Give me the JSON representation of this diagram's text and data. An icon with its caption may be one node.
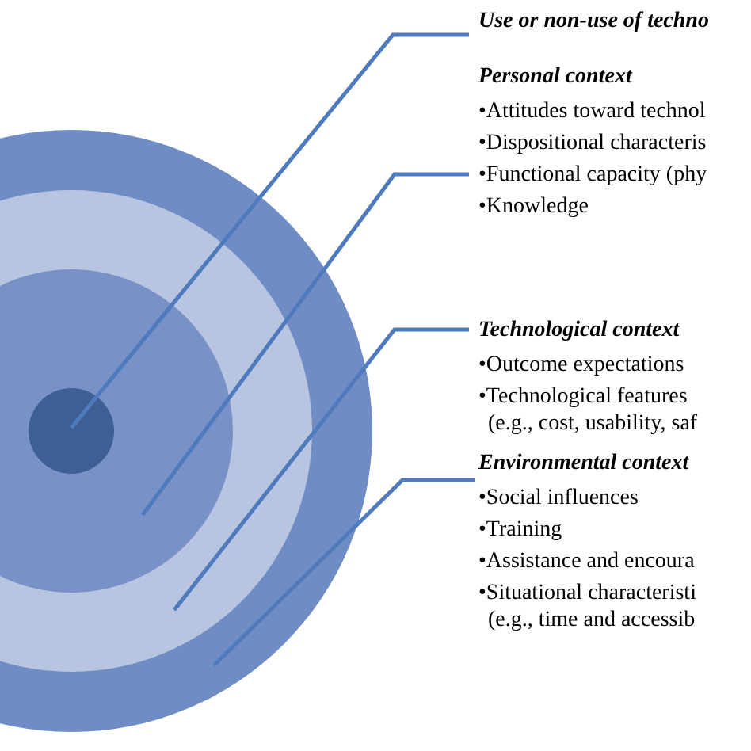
{
  "diagram": {
    "nodes": [
      {
        "text": [],
        "shape": "circle"
      },
      {
        "text": [],
        "shape": "circle",
        "in": 0
      },
      {
        "text": [],
        "shape": "circle",
        "in": 1
      },
      {
        "text": [],
        "shape": "circle",
        "in": 2
      },
      {
        "text": [
          "Use or non-use of techno"
        ]
      },
      {
        "text": [
          "Personal context",
          "•Attitudes toward technol",
          "•Dispositional characteris",
          "•Functional capacity (phy",
          "•Knowledge"
        ]
      },
      {
        "text": [
          "Technological context",
          "•Outcome expectations",
          "•Technological features (e.g., cost, usability, saf"
        ]
      },
      {
        "text": [
          "Environmental context",
          "•Social influences",
          "•Training",
          "•Assistance and encoura",
          "•Situational characteristi (e.g., time and accessib"
        ]
      }
    ],
    "edges": [
      {
        "from": 4,
        "to": 3,
        "arrow": "none"
      },
      {
        "from": 5,
        "to": 2,
        "arrow": "none"
      },
      {
        "from": 6,
        "to": 1,
        "arrow": "none"
      },
      {
        "from": 7,
        "to": 0,
        "arrow": "none"
      }
    ]
  }
}
